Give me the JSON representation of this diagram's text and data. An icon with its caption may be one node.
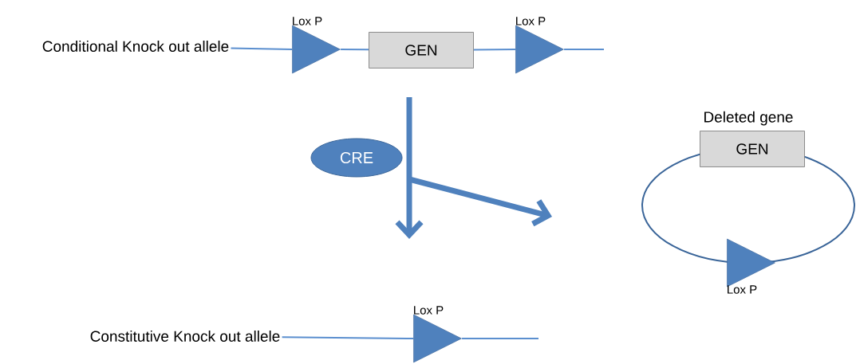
{
  "diagram": {
    "nodes": [
      {
        "text": [
          "Conditional Knock out allele"
        ]
      },
      {
        "text": [
          "Lox P"
        ]
      },
      {
        "text": [
          "GEN"
        ]
      },
      {
        "text": [
          "Lox P"
        ]
      },
      {
        "text": [
          "CRE"
        ]
      },
      {
        "text": [
          "Deleted gene"
        ]
      },
      {
        "text": [
          "GEN"
        ]
      },
      {
        "text": [
          "Lox P"
        ]
      },
      {
        "text": [
          "Constitutive Knock out allele"
        ]
      },
      {
        "text": [
          "Lox P"
        ]
      }
    ],
    "edges": [
      {
        "from": 0,
        "to": 1,
        "arrow": "none"
      },
      {
        "from": 1,
        "to": 2,
        "arrow": "none"
      },
      {
        "from": 2,
        "to": 3,
        "arrow": "none"
      },
      {
        "from": 3,
        "to": null,
        "arrow": "none"
      },
      {
        "from": 8,
        "to": 9,
        "arrow": "none"
      },
      {
        "from": 9,
        "to": null,
        "arrow": "none"
      }
    ]
  }
}
